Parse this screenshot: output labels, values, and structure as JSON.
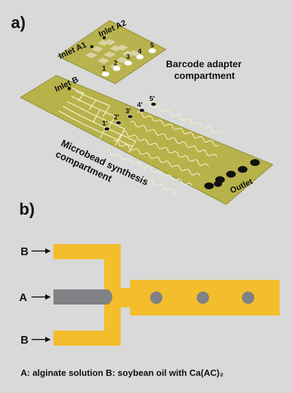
{
  "panel_a": {
    "label": "a)",
    "inlet_a1": "Inlet A1",
    "inlet_a2": "Inlet A2",
    "inlet_b": "Inlet B",
    "barcode_line1": "Barcode adapter",
    "barcode_line2": "compartment",
    "microbead_line1": "Microbead synthesis",
    "microbead_line2": "compartment",
    "outlet": "Outlet",
    "top_ports": [
      "1",
      "2",
      "3",
      "4",
      "5"
    ],
    "bottom_ports": [
      "1'",
      "2'",
      "3'",
      "4'",
      "5'"
    ]
  },
  "panel_b": {
    "label": "b)",
    "arrow_top": "B",
    "arrow_mid": "A",
    "arrow_bottom": "B",
    "caption": "A:  alginate solution  B: soybean oil with Ca(AC)₂"
  },
  "colors": {
    "chip": "#b7b24a",
    "channel_yellow": "#f3bd2c",
    "alginate_gray": "#7f8184",
    "background": "#d8d9d8"
  }
}
